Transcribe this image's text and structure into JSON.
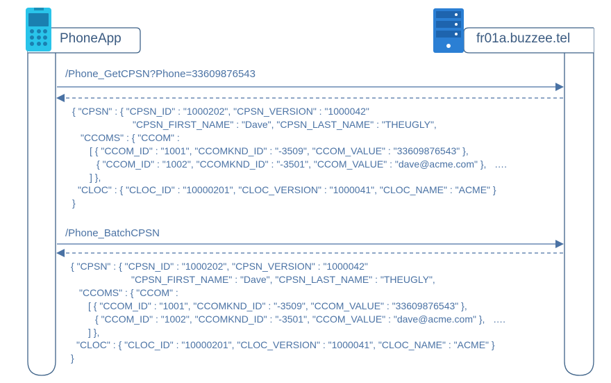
{
  "actors": {
    "left": {
      "name": "PhoneApp",
      "icon": "mobile-phone-icon"
    },
    "right": {
      "name": "fr01a.buzzee.tel",
      "icon": "server-icon"
    }
  },
  "messages": [
    {
      "request": "/Phone_GetCPSN?Phone=33609876543",
      "response": [
        "{ \"CPSN\" : { \"CPSN_ID\" : \"1000202\", \"CPSN_VERSION\" : \"1000042\"",
        "\"CPSN_FIRST_NAME\" : \"Dave\", \"CPSN_LAST_NAME\" : \"THEUGLY\",",
        "\"CCOMS\" : { \"CCOM\" :",
        "[ { \"CCOM_ID\" : \"1001\", \"CCOMKND_ID\" : \"-3509\", \"CCOM_VALUE\" : \"33609876543\" },",
        "{ \"CCOM_ID\" : \"1002\", \"CCOMKND_ID\" : \"-3501\", \"CCOM_VALUE\" : \"dave@acme.com\" },   ….",
        "] },",
        "\"CLOC\" : { \"CLOC_ID\" : \"10000201\", \"CLOC_VERSION\" : \"1000041\", \"CLOC_NAME\" : \"ACME\" }",
        "}"
      ]
    },
    {
      "request": "/Phone_BatchCPSN",
      "response": [
        "{ \"CPSN\" : { \"CPSN_ID\" : \"1000202\", \"CPSN_VERSION\" : \"1000042\"",
        "\"CPSN_FIRST_NAME\" : \"Dave\", \"CPSN_LAST_NAME\" : \"THEUGLY\",",
        "\"CCOMS\" : { \"CCOM\" :",
        "[ { \"CCOM_ID\" : \"1001\", \"CCOMKND_ID\" : \"-3509\", \"CCOM_VALUE\" : \"33609876543\" },",
        "{ \"CCOM_ID\" : \"1002\", \"CCOMKND_ID\" : \"-3501\", \"CCOM_VALUE\" : \"dave@acme.com\" },   ….",
        "] },",
        "\"CLOC\" : { \"CLOC_ID\" : \"10000201\", \"CLOC_VERSION\" : \"1000041\", \"CLOC_NAME\" : \"ACME\" }",
        "}"
      ]
    }
  ],
  "colors": {
    "line": "#3e6288",
    "arrow": "#4a72a4",
    "text": "#4a72a4",
    "phone_body": "#29c4ea",
    "server_body": "#2b7fd4"
  }
}
